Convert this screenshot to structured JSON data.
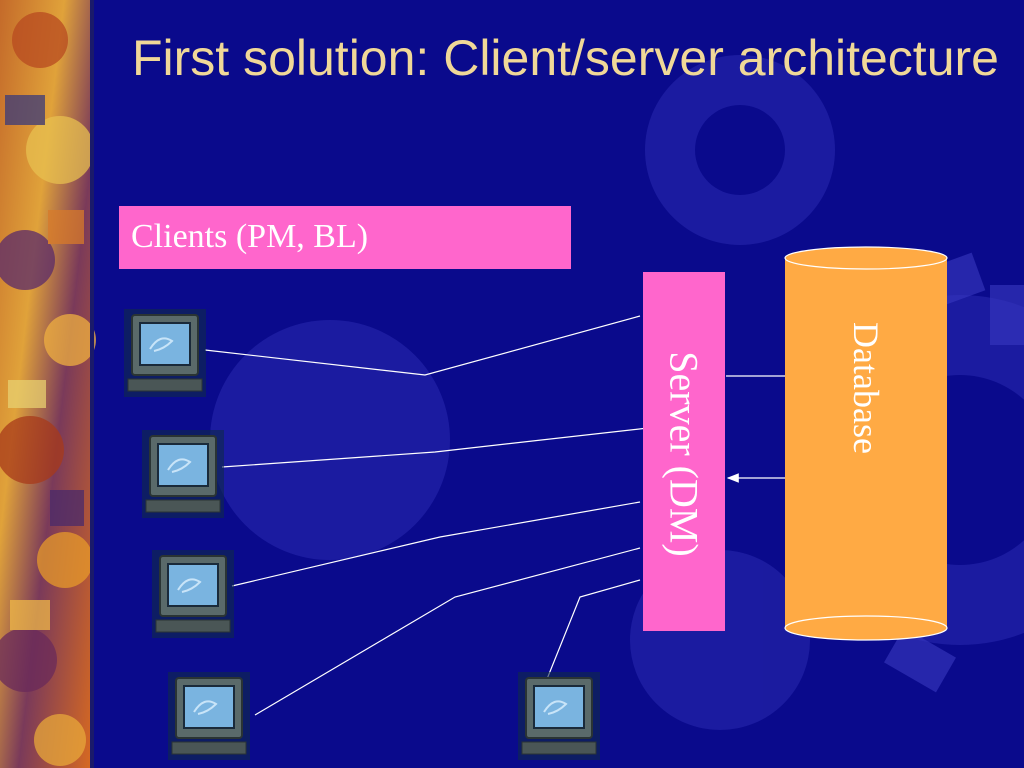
{
  "slide": {
    "title": "First solution:  Client/server architecture",
    "clients_label": "Clients (PM, BL)",
    "server_label": "Server (DM)",
    "database_label": "Database"
  },
  "colors": {
    "background": "#0a0a8c",
    "title_text": "#f0d898",
    "label_box": "#ff66cc",
    "database_fill": "#ffaa44",
    "connector": "#ffffff"
  },
  "icons": {
    "client": "computer-terminal-icon",
    "border_decor": "gears-mosaic",
    "background_decor": "gear-watermark"
  }
}
